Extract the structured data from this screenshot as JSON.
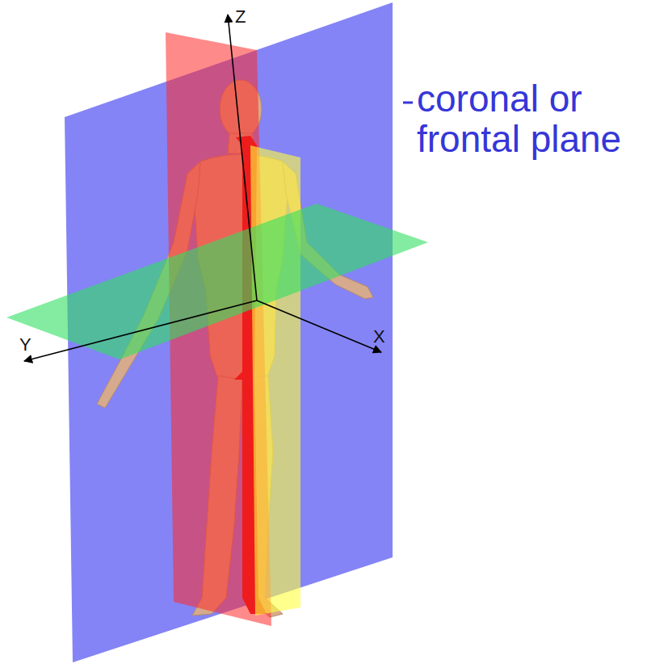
{
  "diagram": {
    "labels": [
      "Z",
      "Y",
      "X",
      "coronal or frontal plane"
    ]
  }
}
